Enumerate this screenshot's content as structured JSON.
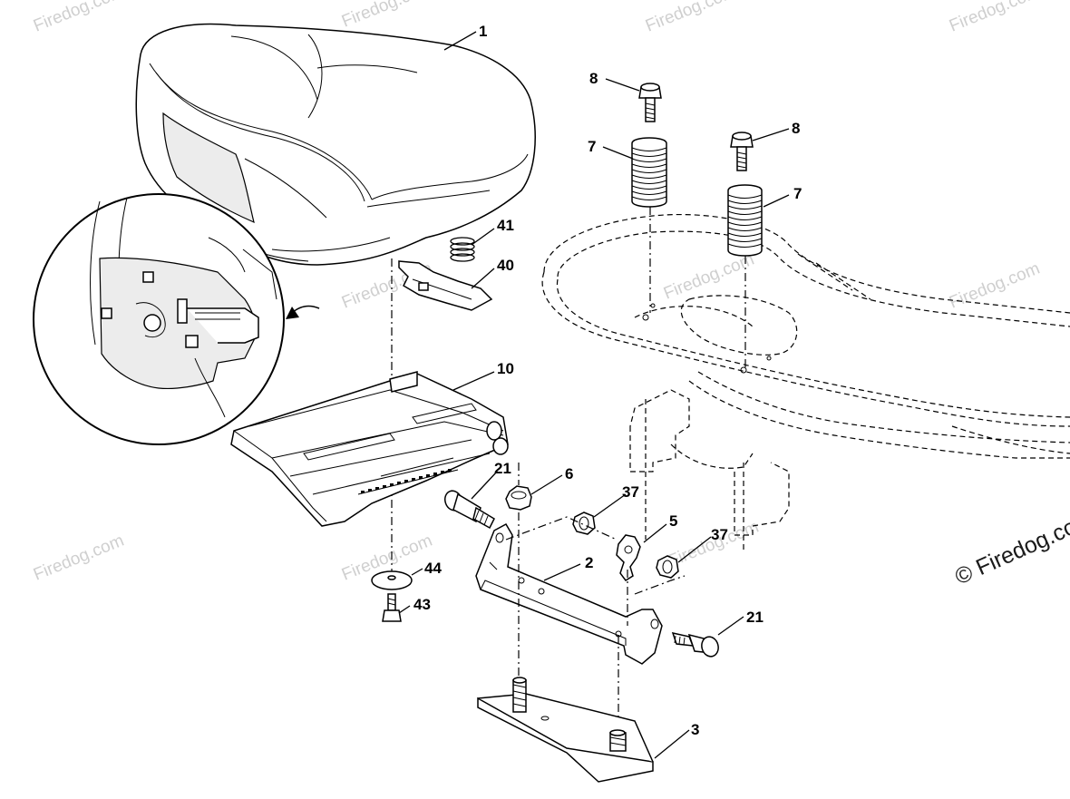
{
  "diagram": {
    "watermark_text": "Firedog.com",
    "copyright_text": "© Firedog.com",
    "callouts": [
      {
        "id": "c1",
        "label": "1"
      },
      {
        "id": "c8a",
        "label": "8"
      },
      {
        "id": "c8b",
        "label": "8"
      },
      {
        "id": "c7a",
        "label": "7"
      },
      {
        "id": "c7b",
        "label": "7"
      },
      {
        "id": "c41",
        "label": "41"
      },
      {
        "id": "c40",
        "label": "40"
      },
      {
        "id": "c10",
        "label": "10"
      },
      {
        "id": "c21a",
        "label": "21"
      },
      {
        "id": "c6",
        "label": "6"
      },
      {
        "id": "c37a",
        "label": "37"
      },
      {
        "id": "c5",
        "label": "5"
      },
      {
        "id": "c37b",
        "label": "37"
      },
      {
        "id": "c2",
        "label": "2"
      },
      {
        "id": "c44",
        "label": "44"
      },
      {
        "id": "c43",
        "label": "43"
      },
      {
        "id": "c21b",
        "label": "21"
      },
      {
        "id": "c3",
        "label": "3"
      }
    ]
  }
}
